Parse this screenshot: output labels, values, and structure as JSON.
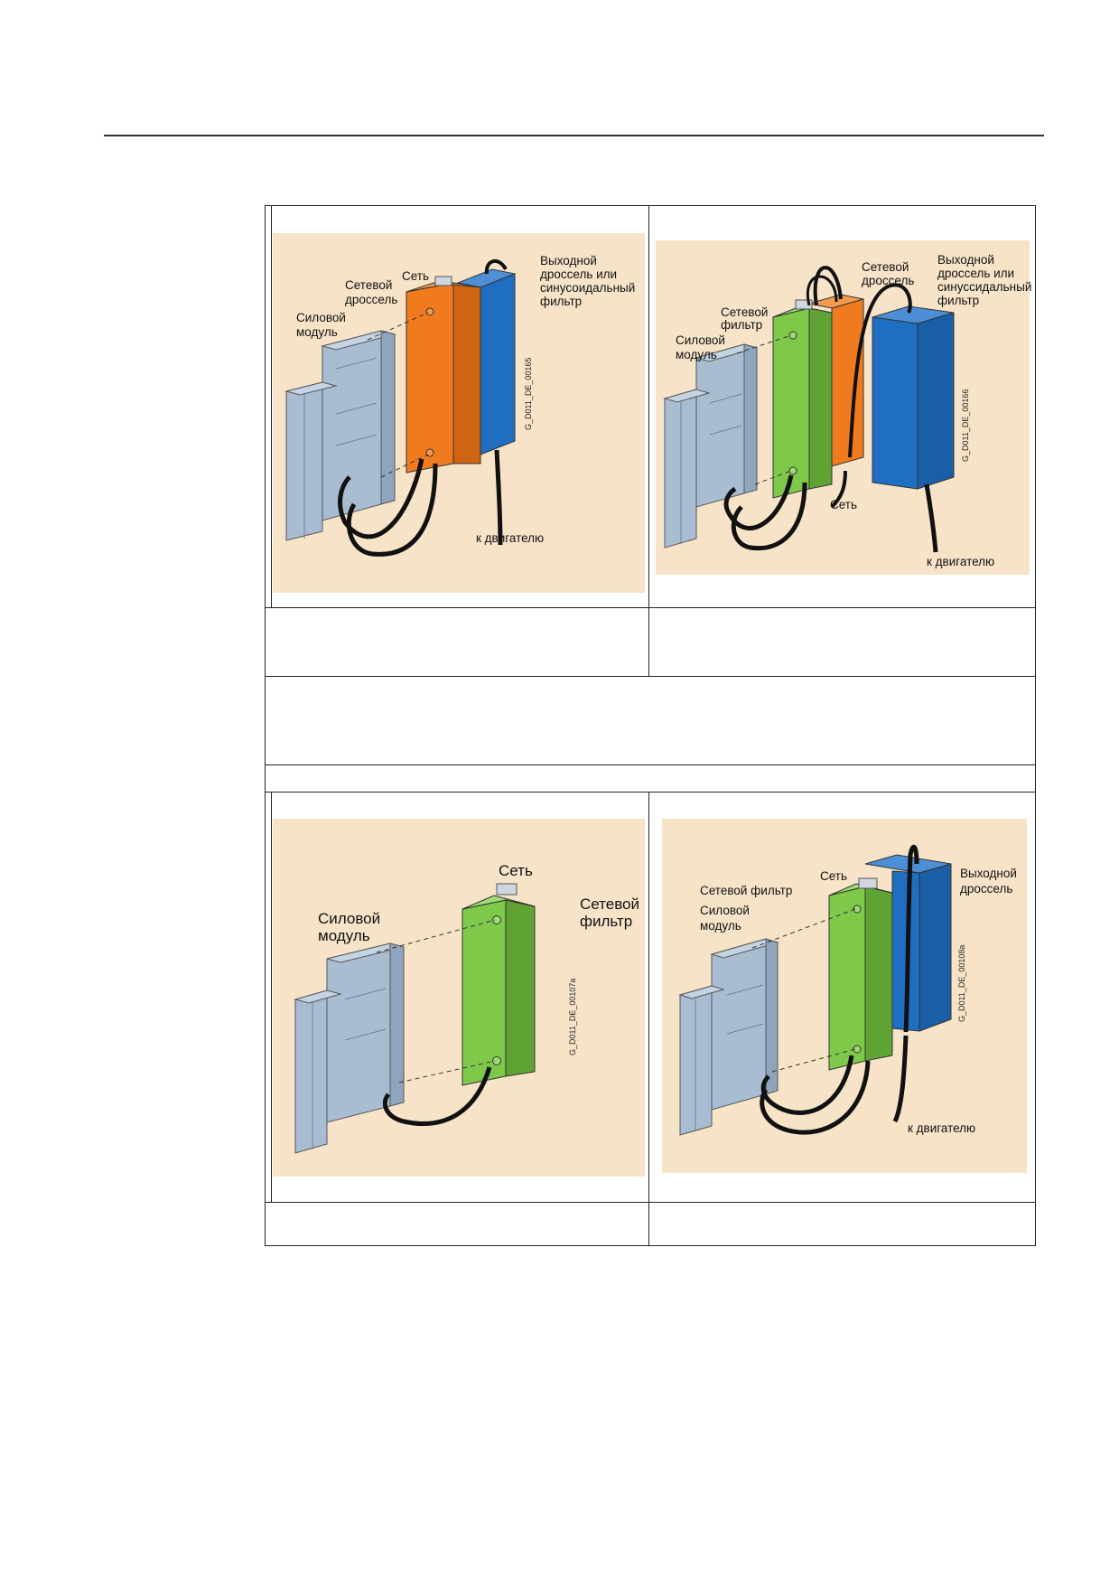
{
  "figures": [
    {
      "id": "fig1",
      "labels": {
        "power_module": [
          "Силовой",
          "модуль"
        ],
        "line_reactor": [
          "Сетевой",
          "дроссель"
        ],
        "mains": "Сеть",
        "output": [
          "Выходной",
          "дроссель или",
          "синусоидальный",
          "фильтр"
        ],
        "to_motor": "к двигателю",
        "code": "G_D011_DE_00165"
      }
    },
    {
      "id": "fig2",
      "labels": {
        "power_module": [
          "Силовой",
          "модуль"
        ],
        "line_filter": [
          "Сетевой",
          "фильтр"
        ],
        "line_reactor": [
          "Сетевой",
          "дроссель"
        ],
        "output": [
          "Выходной",
          "дроссель или",
          "синуссидальный",
          "фильтр"
        ],
        "mains": "Сеть",
        "to_motor": "к двигателю",
        "code": "G_D011_DE_00166"
      }
    },
    {
      "id": "fig3",
      "labels": {
        "mains": "Сеть",
        "power_module": [
          "Силовой",
          "модуль"
        ],
        "line_filter": [
          "Сетевой",
          "фильтр"
        ],
        "code": "G_D011_DE_00107a"
      }
    },
    {
      "id": "fig4",
      "labels": {
        "mains": "Сеть",
        "line_filter": "Сетевой фильтр",
        "power_module": [
          "Силовой",
          "модуль"
        ],
        "output": [
          "Выходной",
          "дроссель"
        ],
        "to_motor": "к двигателю",
        "code": "G_D011_DE_00108a"
      }
    }
  ],
  "colors": {
    "background": "#f7e4c8",
    "module": "#a9bdd2",
    "reactor": "#f07b1e",
    "output_blue": "#1e6fc2",
    "filter_green": "#7ec84a",
    "cable": "#111111"
  }
}
